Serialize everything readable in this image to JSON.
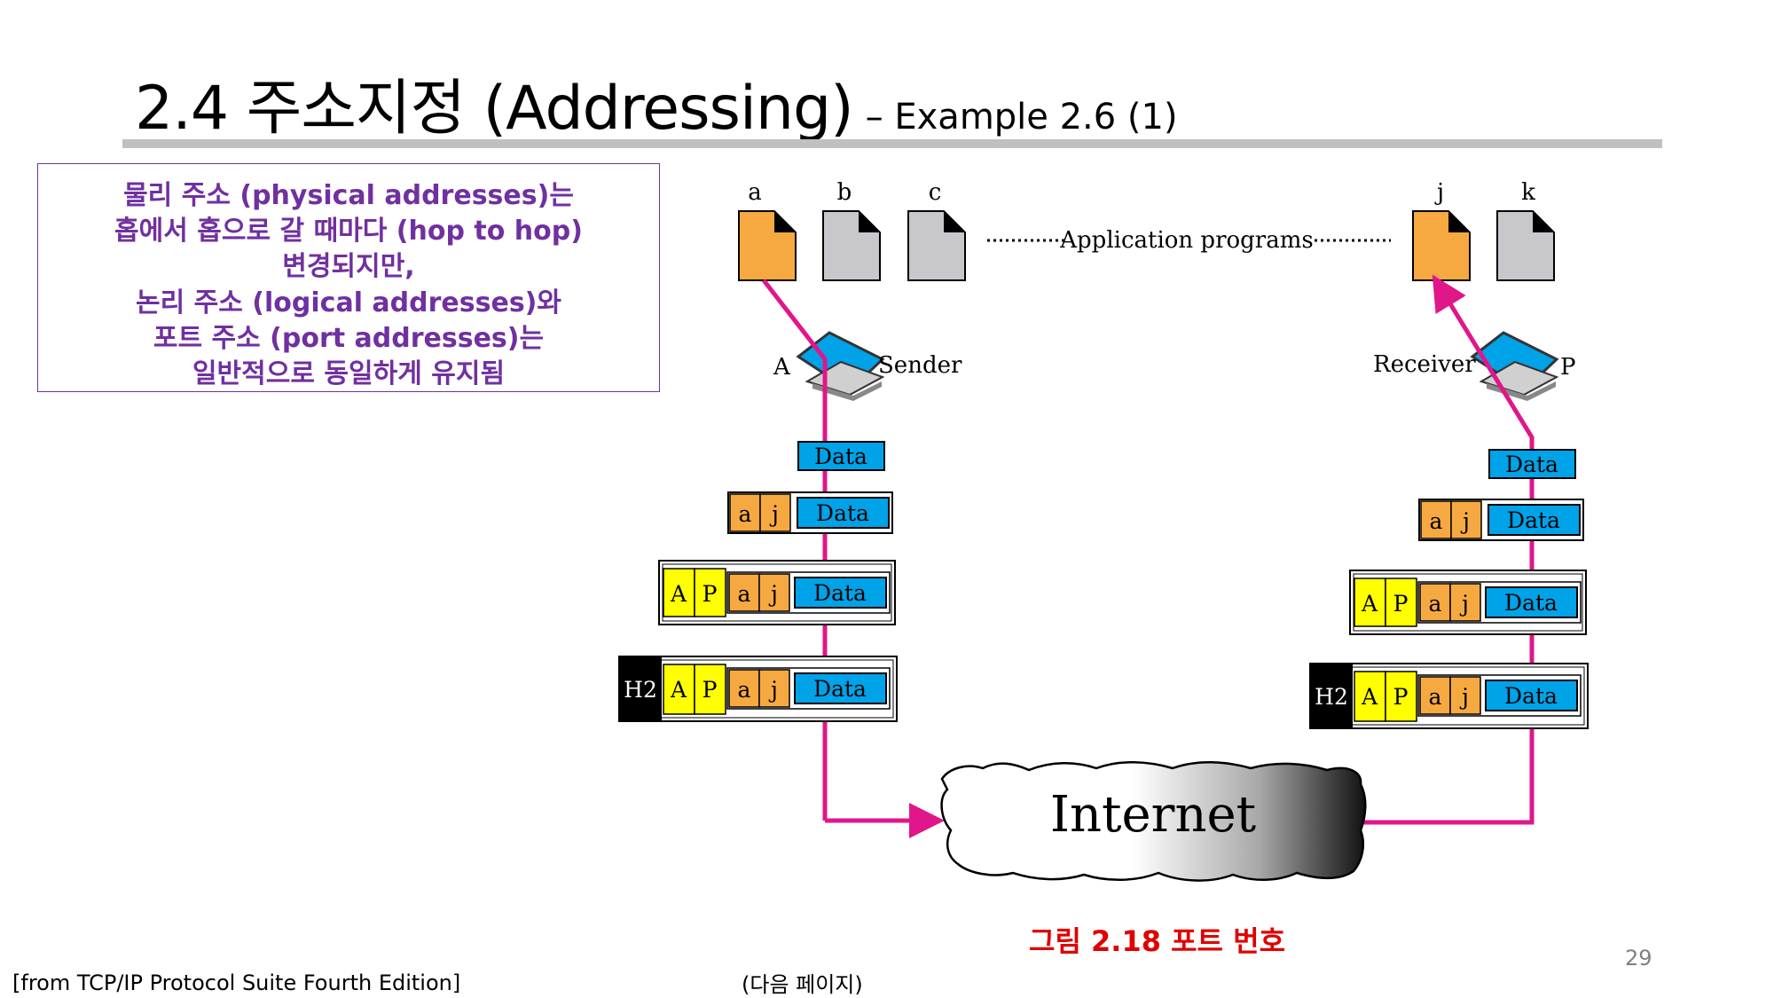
{
  "title": {
    "main": "2.4 주소지정 (Addressing)",
    "sub": "– Example 2.6 (1)"
  },
  "note": {
    "lines": [
      "물리 주소 (physical addresses)는",
      "홉에서 홉으로 갈 때마다 (hop to hop)",
      "변경되지만,",
      "논리 주소 (logical addresses)와",
      "포트 주소 (port addresses)는",
      "일반적으로 동일하게 유지됨"
    ]
  },
  "figure": {
    "app_labels": [
      "a",
      "b",
      "c",
      "j",
      "k"
    ],
    "app_programs_label": "Application programs",
    "sender": {
      "host": "A",
      "role": "Sender"
    },
    "receiver": {
      "host": "P",
      "role": "Receiver"
    },
    "data_label": "Data",
    "port_src": "a",
    "port_dst": "j",
    "ip_src": "A",
    "ip_dst": "P",
    "frame_header": "H2",
    "internet_label": "Internet"
  },
  "caption": "그림 2.18 포트 번호",
  "footer": {
    "source": "[from TCP/IP Protocol Suite Fourth Edition]",
    "next": "(다음 페이지)"
  },
  "page_number": "29",
  "colors": {
    "accent_line": "#e0168a",
    "note_text": "#7030a0",
    "data_box": "#00a2e8",
    "port_box": "#f7a941",
    "ip_box": "#ffff00",
    "caption": "#e00000"
  }
}
